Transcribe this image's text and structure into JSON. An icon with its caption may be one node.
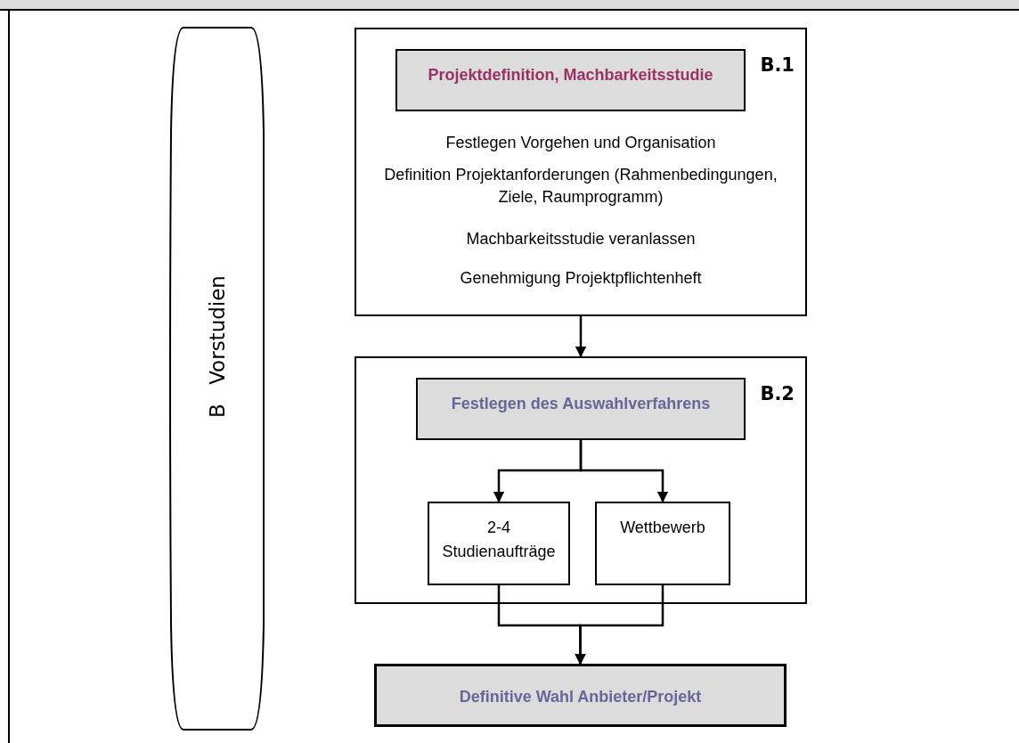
{
  "diagram": {
    "nodes": [
      {
        "text": [
          "B Vorstudien"
        ]
      },
      {
        "text": [
          "B.1",
          "Festlegen Vorgehen und Organisation",
          "Definition Projektanforderungen (Rahmenbedingungen, Ziele, Raumprogramm)",
          "Machbarkeitsstudie veranlassen",
          "Genehmigung Projektpflichtenheft"
        ]
      },
      {
        "text": [
          "Projektdefinition, Machbarkeitsstudie"
        ],
        "in": 1
      },
      {
        "text": [
          "B.2"
        ]
      },
      {
        "text": [
          "Festlegen des Auswahlverfahrens"
        ],
        "in": 3
      },
      {
        "text": [
          "2-4 Studienaufträge"
        ],
        "in": 3
      },
      {
        "text": [
          "Wettbewerb"
        ],
        "in": 3
      },
      {
        "text": [
          "Definitive Wahl Anbieter/Projekt"
        ]
      }
    ],
    "edges": [
      {
        "from": 1,
        "to": 3,
        "arrow": "to"
      },
      {
        "from": 4,
        "to": 5,
        "arrow": "to"
      },
      {
        "from": 4,
        "to": 6,
        "arrow": "to"
      },
      {
        "from": 5,
        "to": 7,
        "arrow": "to"
      },
      {
        "from": 6,
        "to": 7,
        "arrow": "to"
      }
    ]
  }
}
